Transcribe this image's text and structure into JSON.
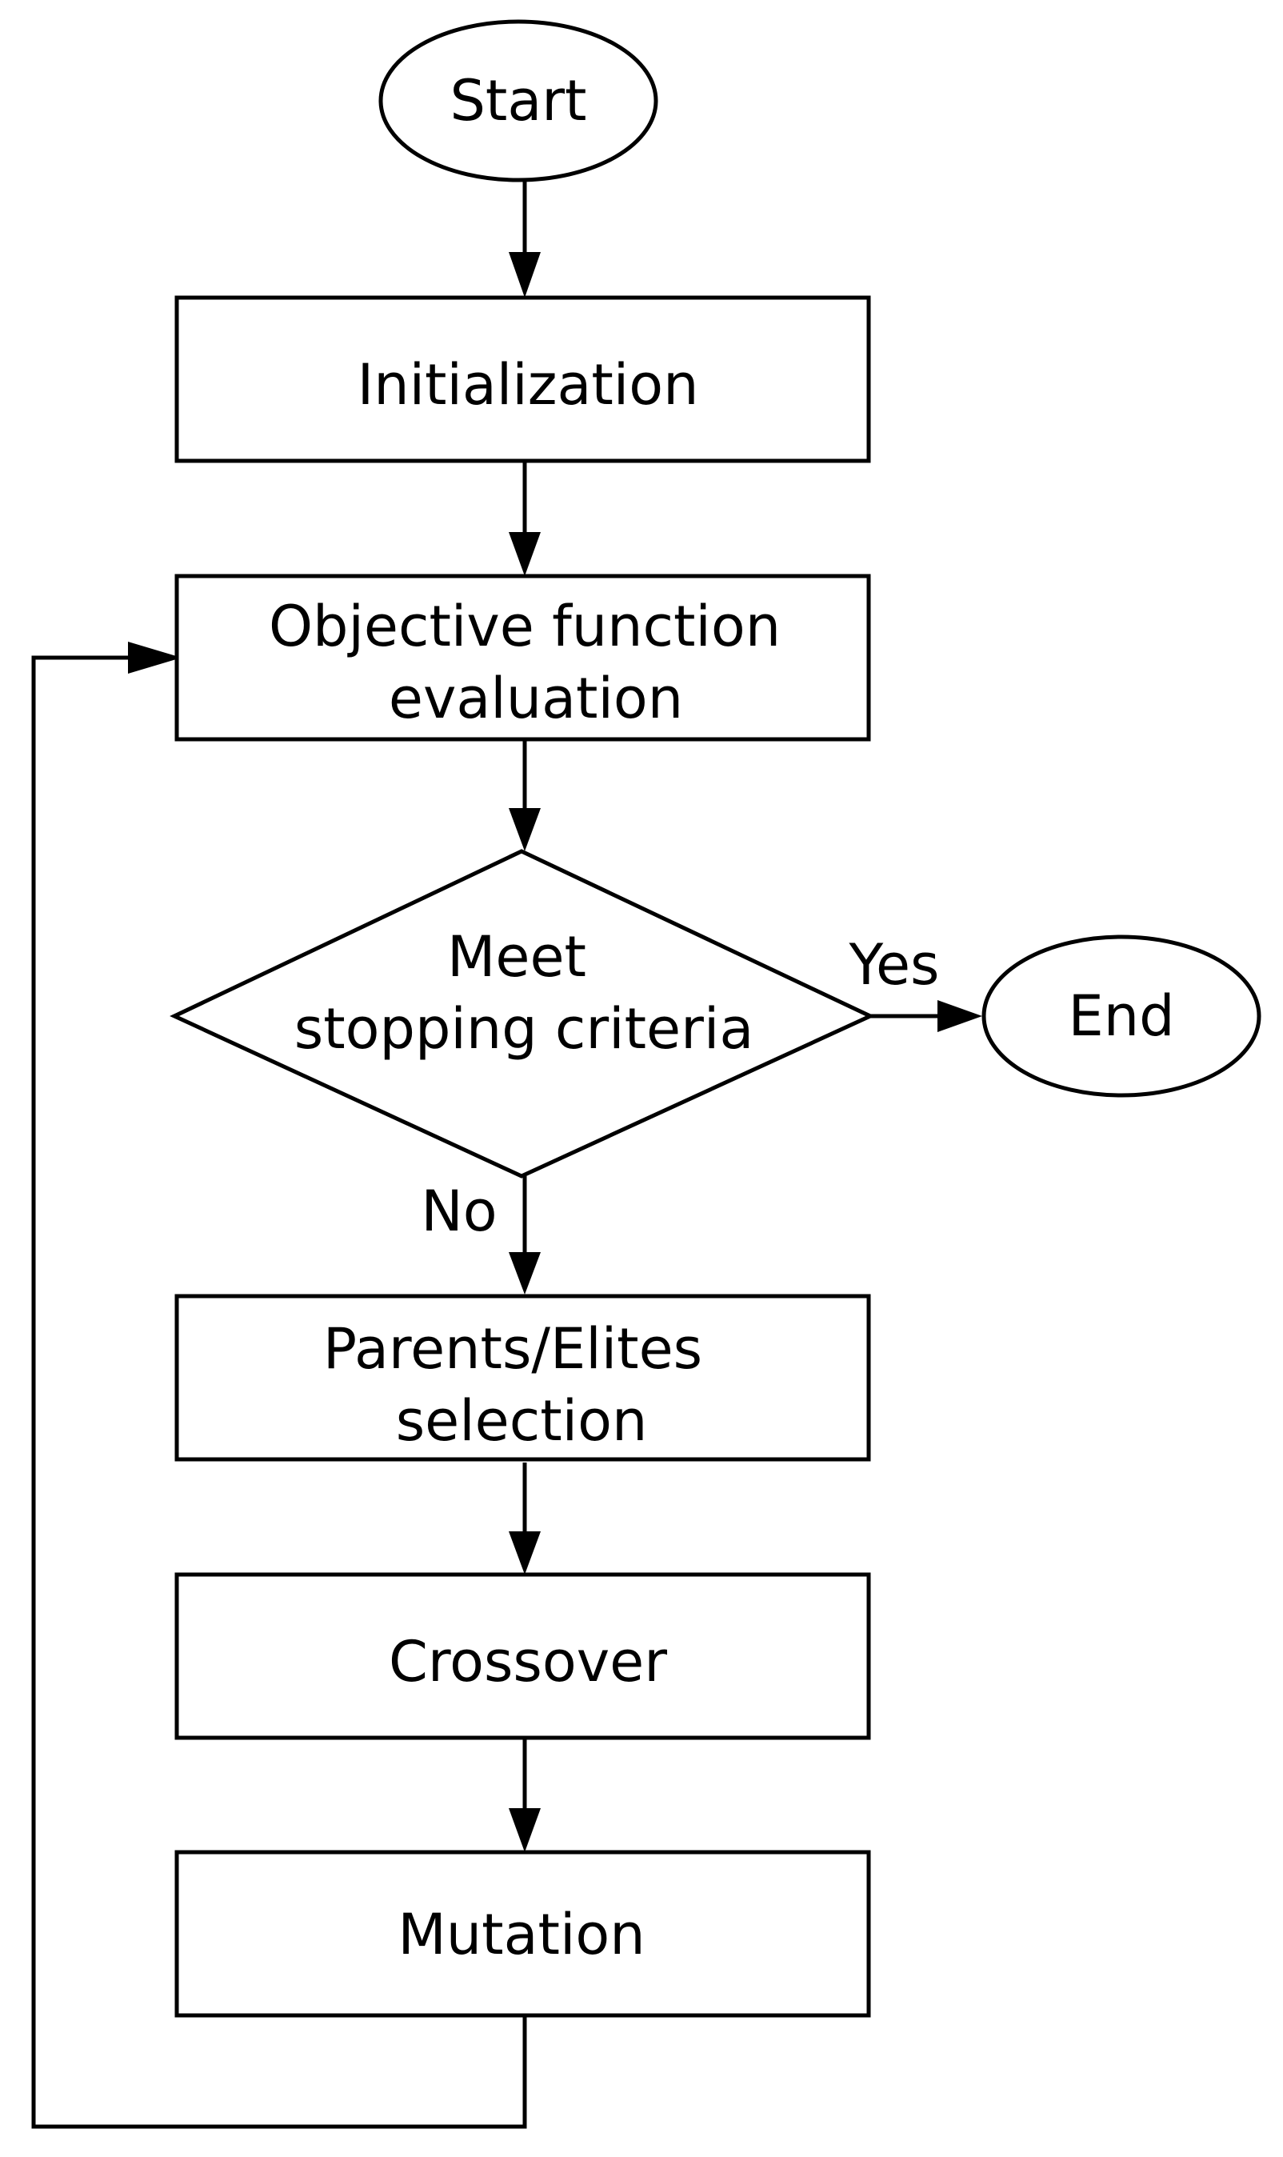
{
  "diagram": {
    "nodes": {
      "start": {
        "label": "Start"
      },
      "initialization": {
        "label": "Initialization"
      },
      "objective": {
        "label_line1": "Objective function",
        "label_line2": "evaluation"
      },
      "decision": {
        "label_line1": "Meet",
        "label_line2": "stopping criteria"
      },
      "end": {
        "label": "End"
      },
      "selection": {
        "label_line1": "Parents/Elites",
        "label_line2": "selection"
      },
      "crossover": {
        "label": "Crossover"
      },
      "mutation": {
        "label": "Mutation"
      }
    },
    "edges": {
      "yes_label": "Yes",
      "no_label": "No"
    }
  }
}
